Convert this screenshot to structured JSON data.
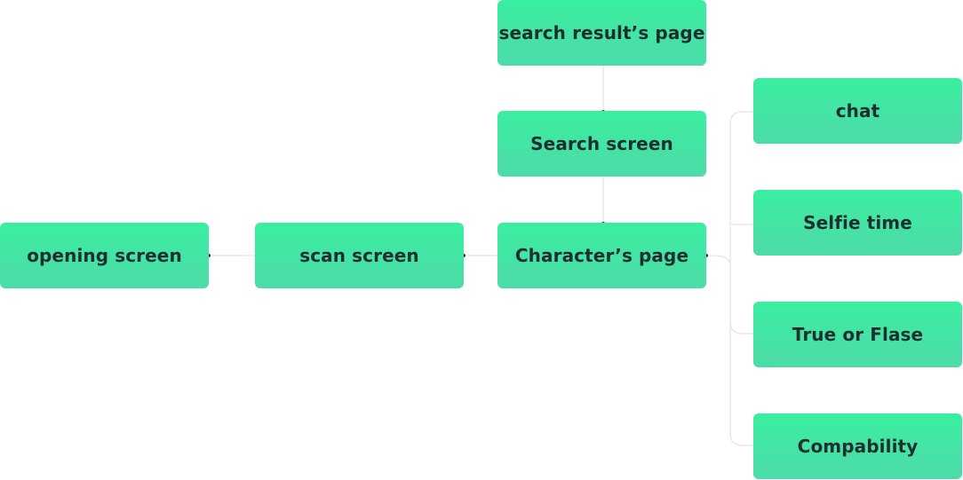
{
  "nodes": {
    "opening": "opening screen",
    "scan": "scan screen",
    "character": "Character’s page",
    "search": "Search screen",
    "search_results": "search result’s page",
    "chat": "chat",
    "selfie": "Selfie time",
    "true_false": "True or Flase",
    "compatibility": "Compability"
  },
  "colors": {
    "node_top": "#3aeea0",
    "node_bottom": "#4ddba8",
    "text": "#1f2f2f",
    "connector": "#e6e6e6"
  }
}
